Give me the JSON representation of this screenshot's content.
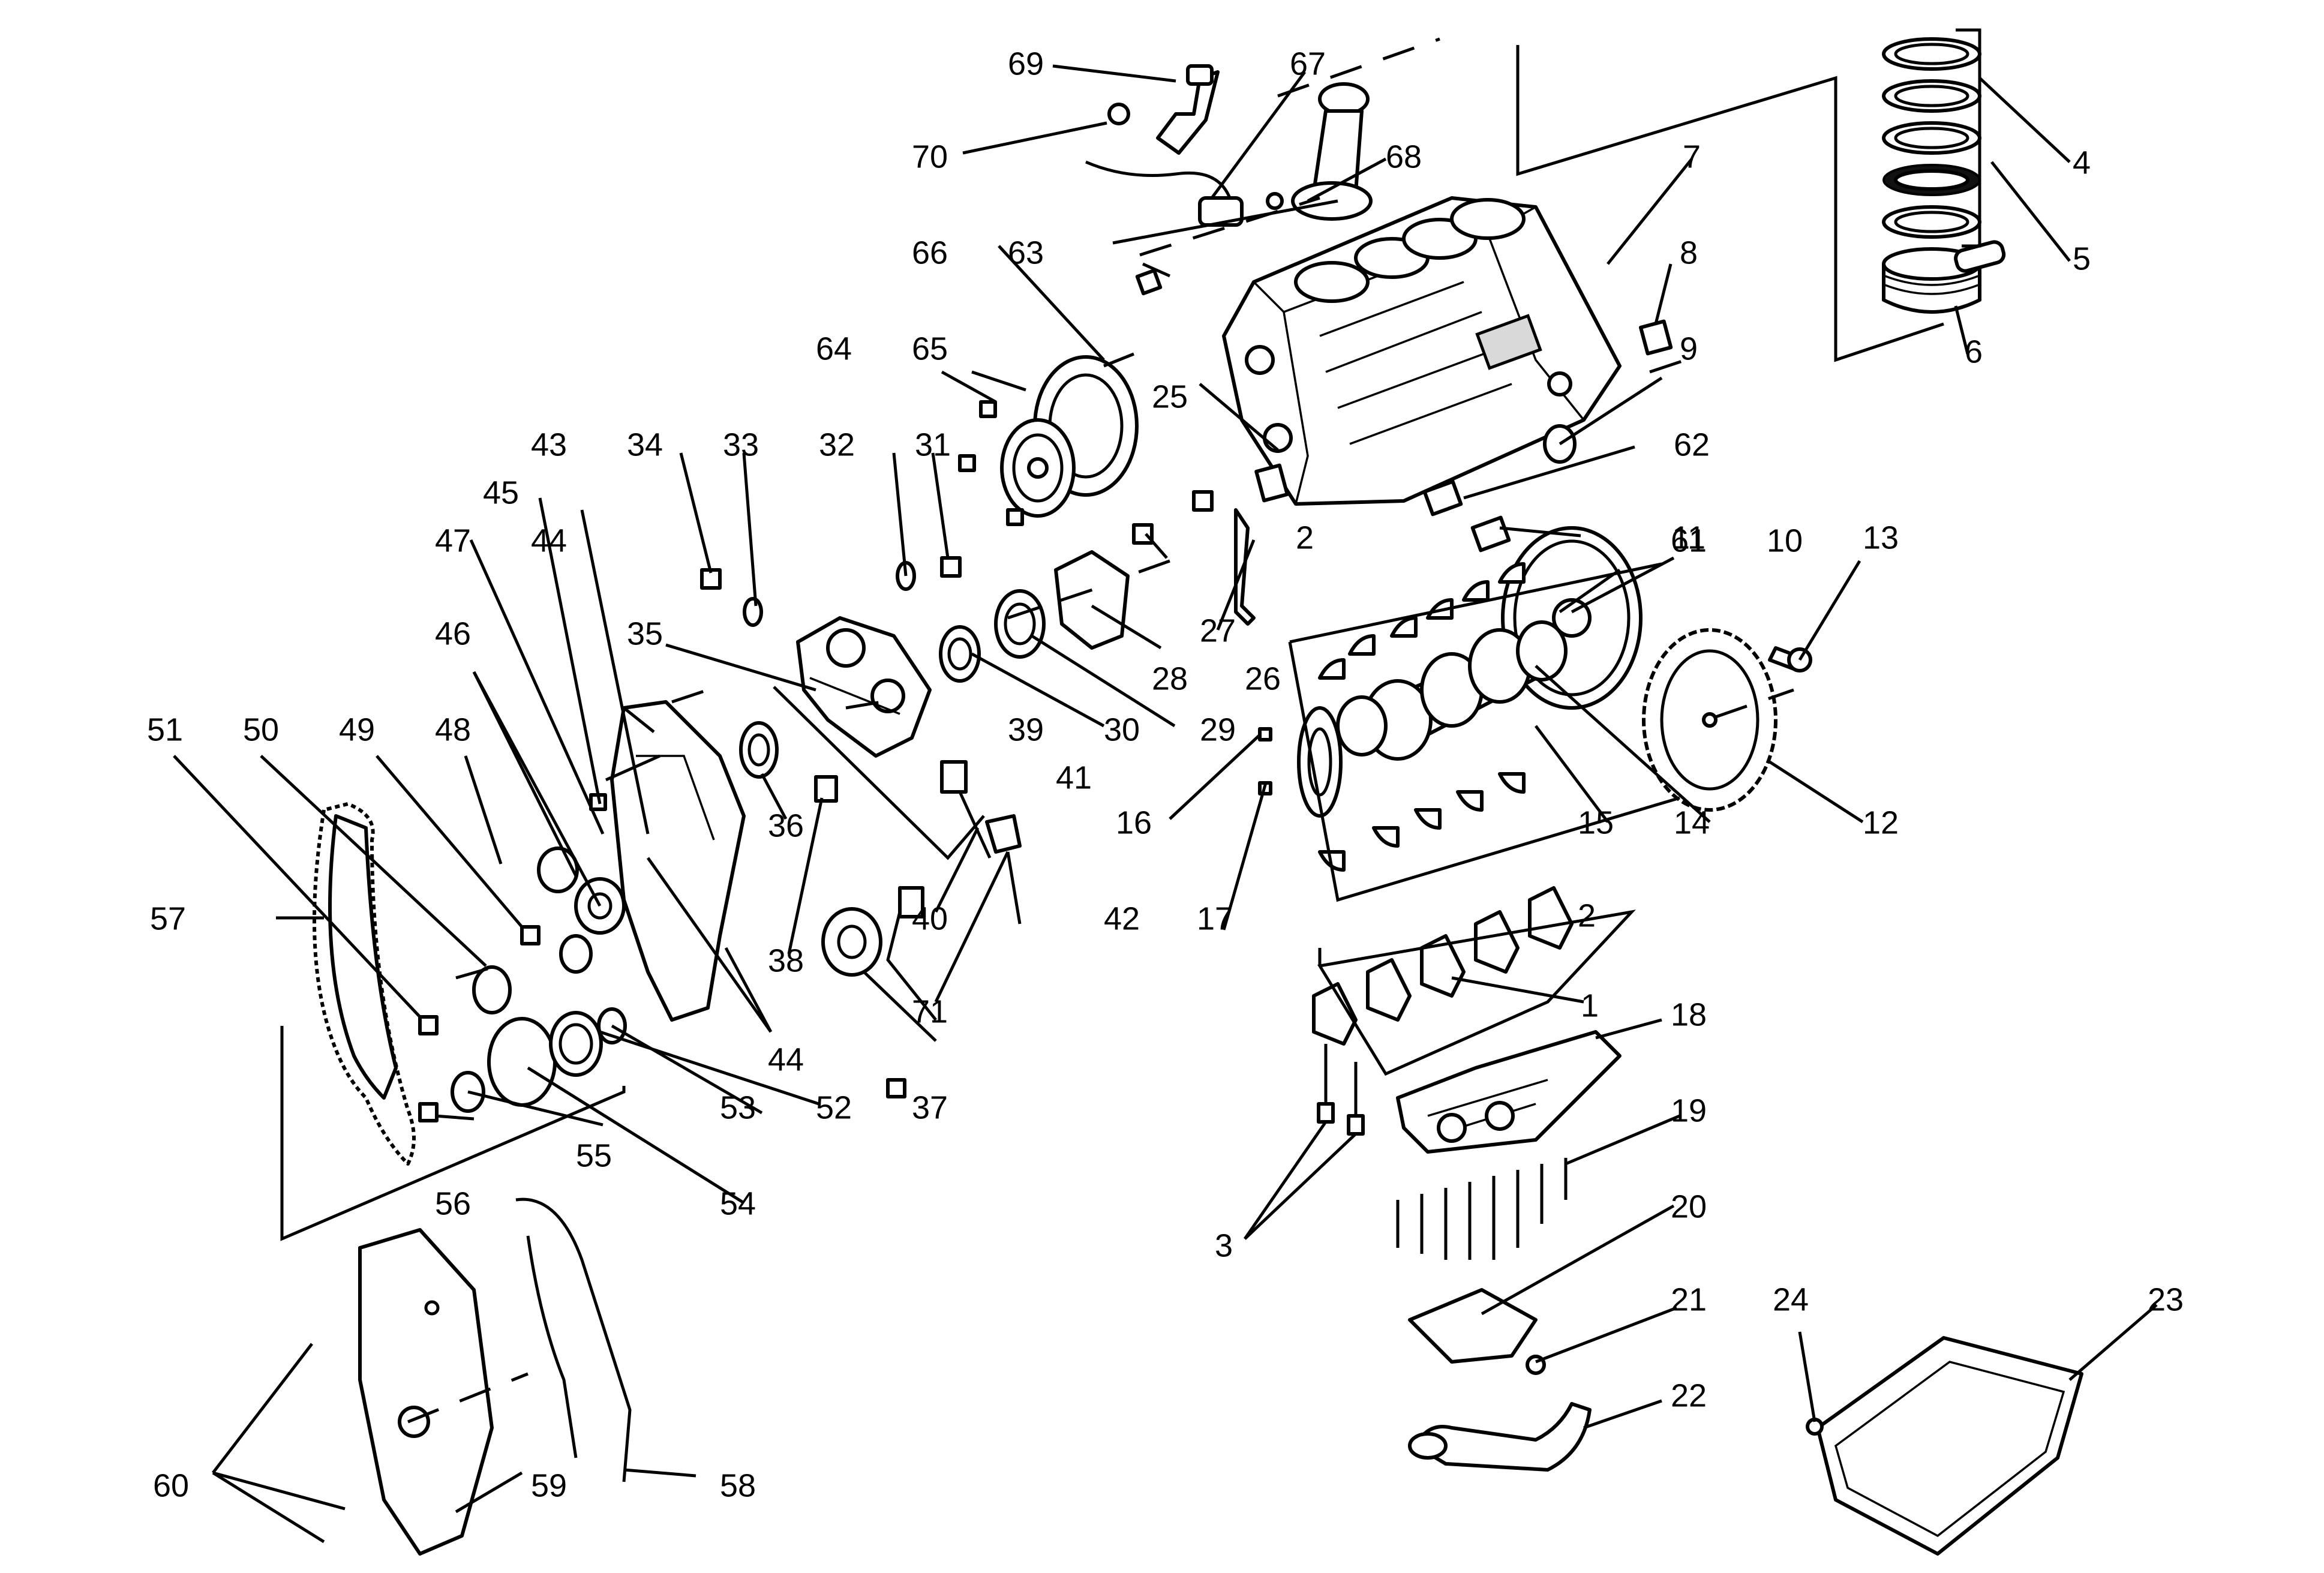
{
  "callouts": [
    "1",
    "2",
    "3",
    "4",
    "5",
    "6",
    "7",
    "8",
    "9",
    "10",
    "11",
    "12",
    "13",
    "14",
    "15",
    "16",
    "17",
    "18",
    "19",
    "20",
    "21",
    "22",
    "23",
    "24",
    "25",
    "26",
    "27",
    "28",
    "29",
    "30",
    "31",
    "32",
    "33",
    "34",
    "35",
    "36",
    "37",
    "38",
    "39",
    "40",
    "41",
    "42",
    "43",
    "44",
    "45",
    "46",
    "47",
    "48",
    "49",
    "50",
    "51",
    "52",
    "53",
    "54",
    "55",
    "56",
    "57",
    "58",
    "59",
    "60",
    "61",
    "62",
    "63",
    "64",
    "65",
    "66",
    "67",
    "68",
    "69",
    "70",
    "71"
  ]
}
